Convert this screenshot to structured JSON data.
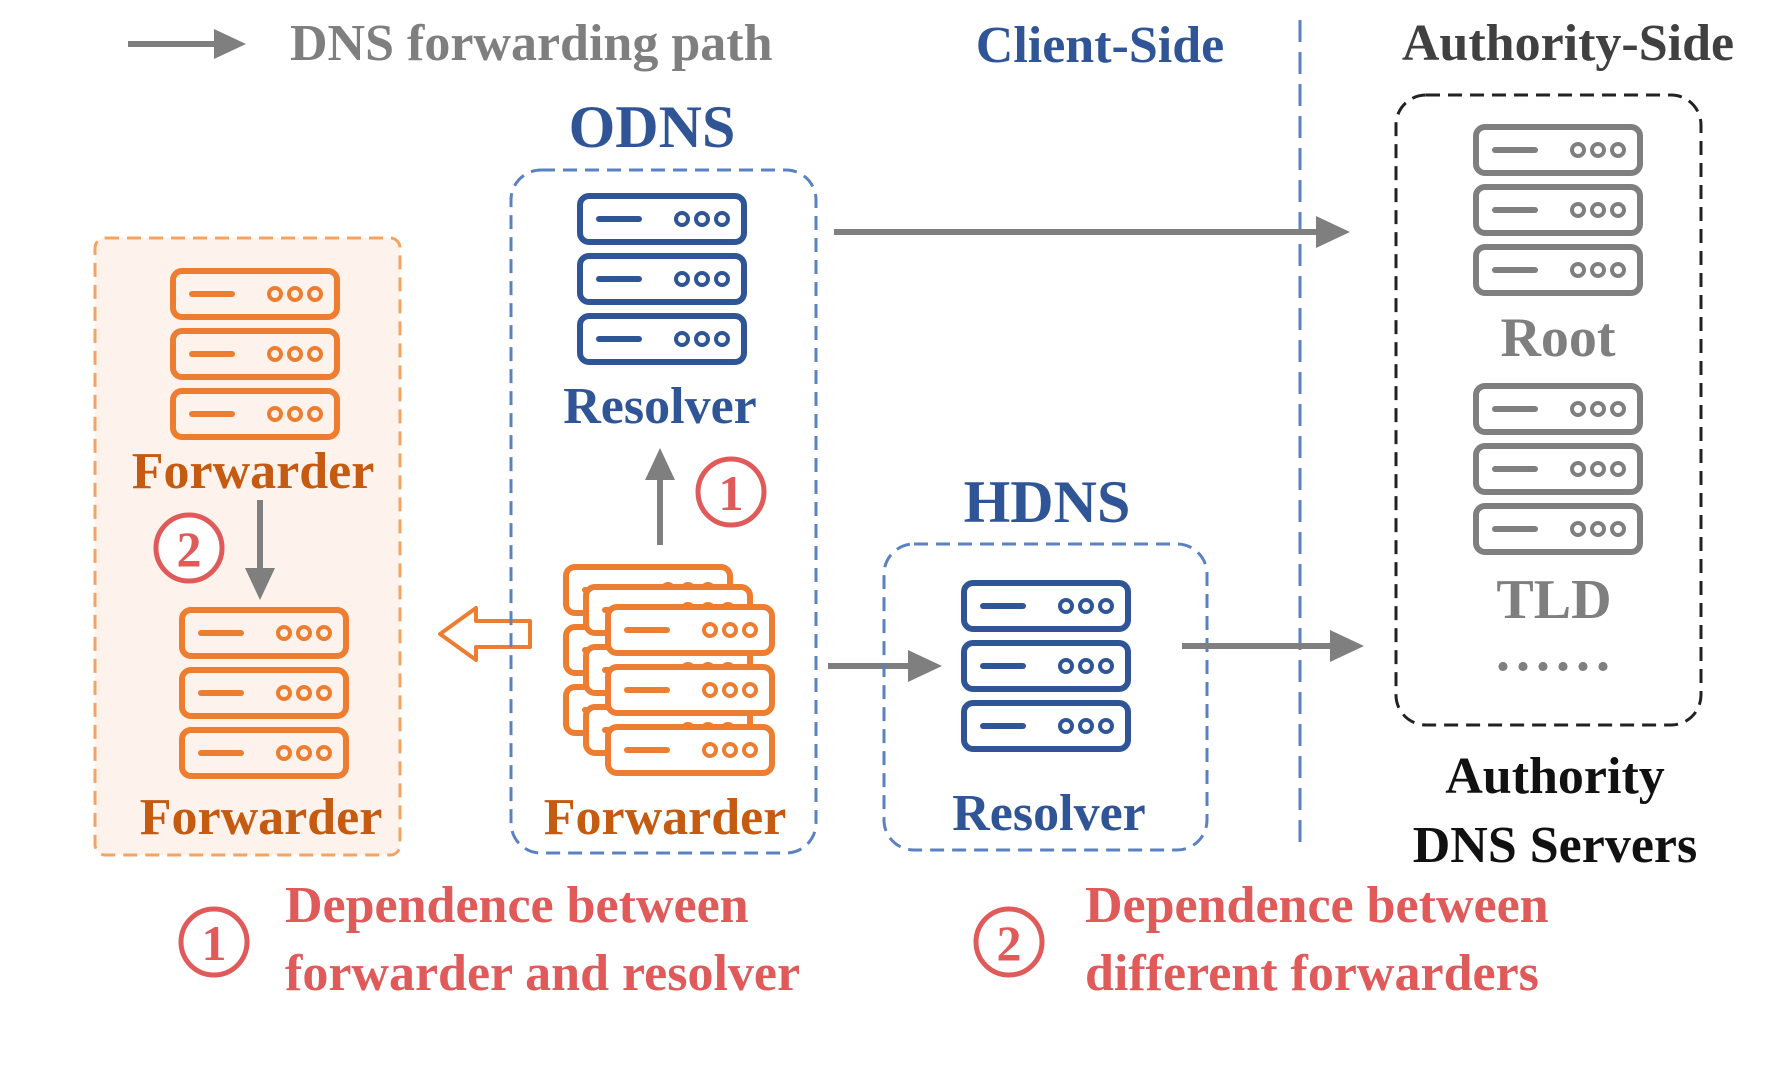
{
  "legend": {
    "label": "DNS forwarding path"
  },
  "zones": {
    "client_side": "Client-Side",
    "authority_side": "Authority-Side"
  },
  "odns": {
    "title": "ODNS",
    "resolver_label": "Resolver",
    "forwarder_label": "Forwarder"
  },
  "hdns": {
    "title": "HDNS",
    "resolver_label": "Resolver"
  },
  "forwarder_chain": {
    "top_label": "Forwarder",
    "bottom_label": "Forwarder"
  },
  "authority": {
    "root_label": "Root",
    "tld_label": "TLD",
    "ellipsis": "......",
    "caption_line1": "Authority",
    "caption_line2": "DNS Servers"
  },
  "markers": {
    "one": "1",
    "two": "2"
  },
  "notes": {
    "note1_line1": "Dependence between",
    "note1_line2": "forwarder and resolver",
    "note2_line1": "Dependence between",
    "note2_line2": "different forwarders"
  },
  "colors": {
    "blue": "#2f5597",
    "orange": "#ed7d31",
    "orange_text": "#c55a11",
    "gray": "#7f7f7f",
    "red": "#e05a5a",
    "dashed_blue": "#5b82c0",
    "dashed_orange": "#f4a460",
    "orange_fill": "#fdf3ec"
  },
  "icons": {
    "server": "server-stack-icon",
    "arrow": "arrow-icon",
    "hollow_arrow": "hollow-left-arrow-icon"
  }
}
